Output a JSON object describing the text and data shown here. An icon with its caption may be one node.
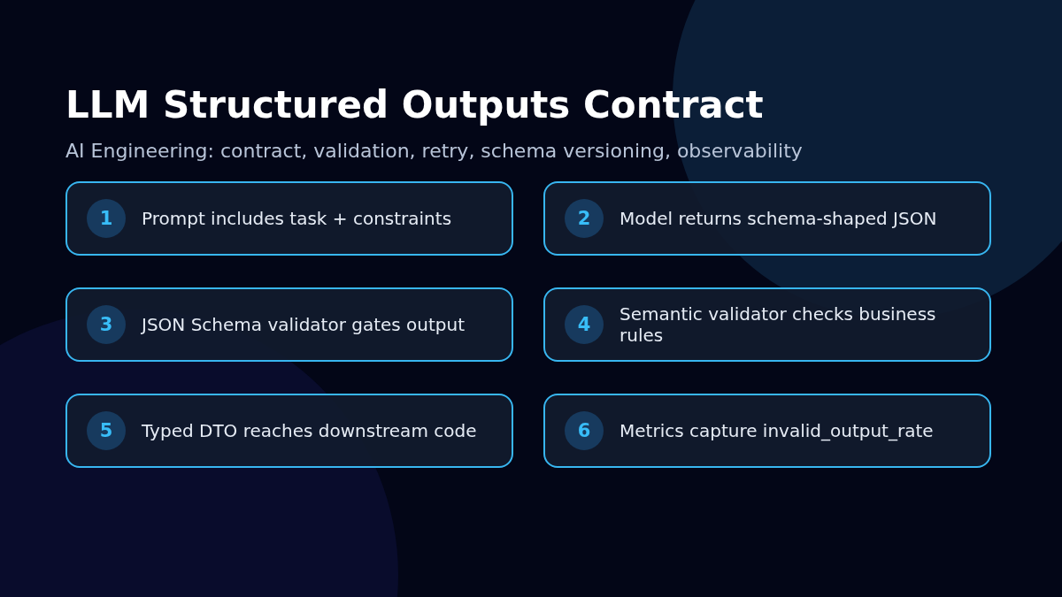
{
  "diagram": {
    "title": "LLM Structured Outputs Contract",
    "nodes": [
      {
        "text": [
          "1",
          "Prompt includes task + constraints"
        ]
      },
      {
        "text": [
          "2",
          "Model returns schema-shaped JSON"
        ]
      },
      {
        "text": [
          "3",
          "JSON Schema validator gates output"
        ]
      },
      {
        "text": [
          "4",
          "Semantic validator checks business rules"
        ]
      },
      {
        "text": [
          "5",
          "Typed DTO reaches downstream code"
        ]
      },
      {
        "text": [
          "6",
          "Metrics capture invalid_output_rate"
        ]
      }
    ],
    "labels": [
      "AI Engineering: contract, validation, retry, schema versioning, observability"
    ]
  }
}
